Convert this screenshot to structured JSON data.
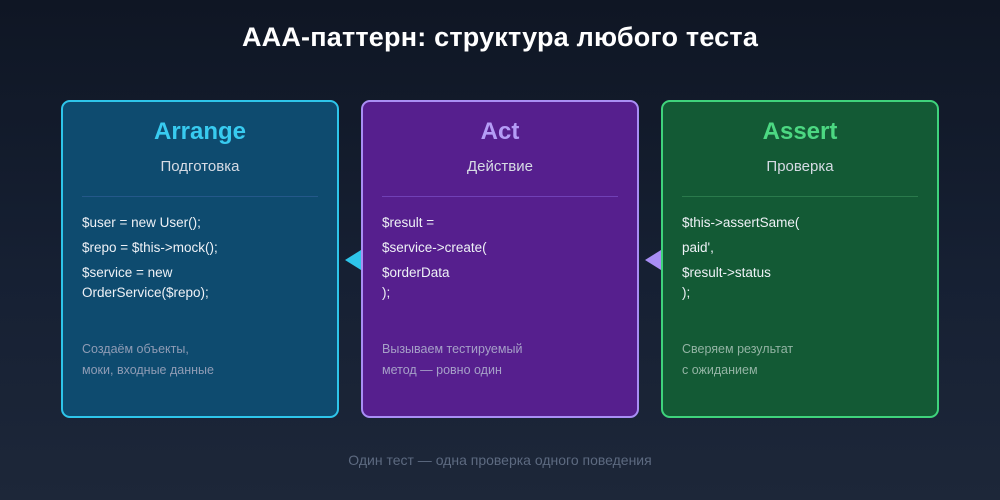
{
  "title": "AAA-паттерн: структура любого теста",
  "cards": [
    {
      "title": "Arrange",
      "subtitle": "Подготовка",
      "code": [
        "$user = new User();",
        "$repo = $this->mock();",
        "$service = new\nOrderService($repo);"
      ],
      "description": [
        "Создаём объекты,",
        "моки, входные данные"
      ],
      "accent_color": "#2ec5ea"
    },
    {
      "title": "Act",
      "subtitle": "Действие",
      "code": [
        "$result =",
        "$service->create(",
        "$orderData\n);"
      ],
      "description": [
        "Вызываем тестируемый",
        "метод — ровно один"
      ],
      "accent_color": "#a98ef5"
    },
    {
      "title": "Assert",
      "subtitle": "Проверка",
      "code": [
        "$this->assertSame(",
        "paid',",
        "$result->status\n);"
      ],
      "description": [
        "Сверяем результат",
        "с ожиданием"
      ],
      "accent_color": "#3fd37c"
    }
  ],
  "arrows": [
    "arrow-left-icon",
    "arrow-left-icon"
  ],
  "footer": "Один тест — одна проверка одного поведения"
}
